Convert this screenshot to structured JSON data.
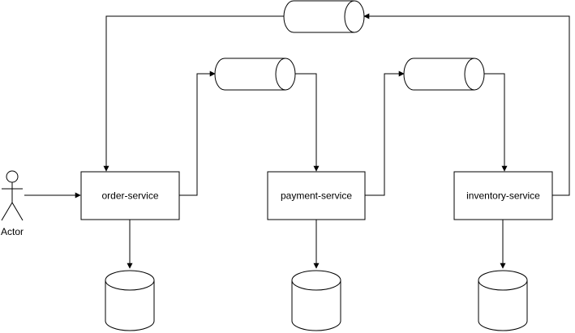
{
  "actor": {
    "label": "Actor"
  },
  "services": [
    {
      "name": "order-service"
    },
    {
      "name": "payment-service"
    },
    {
      "name": "inventory-service"
    }
  ],
  "queues": [
    {
      "icon": "queue-cylinder-icon"
    },
    {
      "icon": "queue-cylinder-icon"
    },
    {
      "icon": "queue-cylinder-icon"
    }
  ],
  "databases": [
    {
      "icon": "database-cylinder-icon"
    },
    {
      "icon": "database-cylinder-icon"
    },
    {
      "icon": "database-cylinder-icon"
    }
  ],
  "colors": {
    "stroke": "#000000",
    "fill": "#ffffff"
  }
}
